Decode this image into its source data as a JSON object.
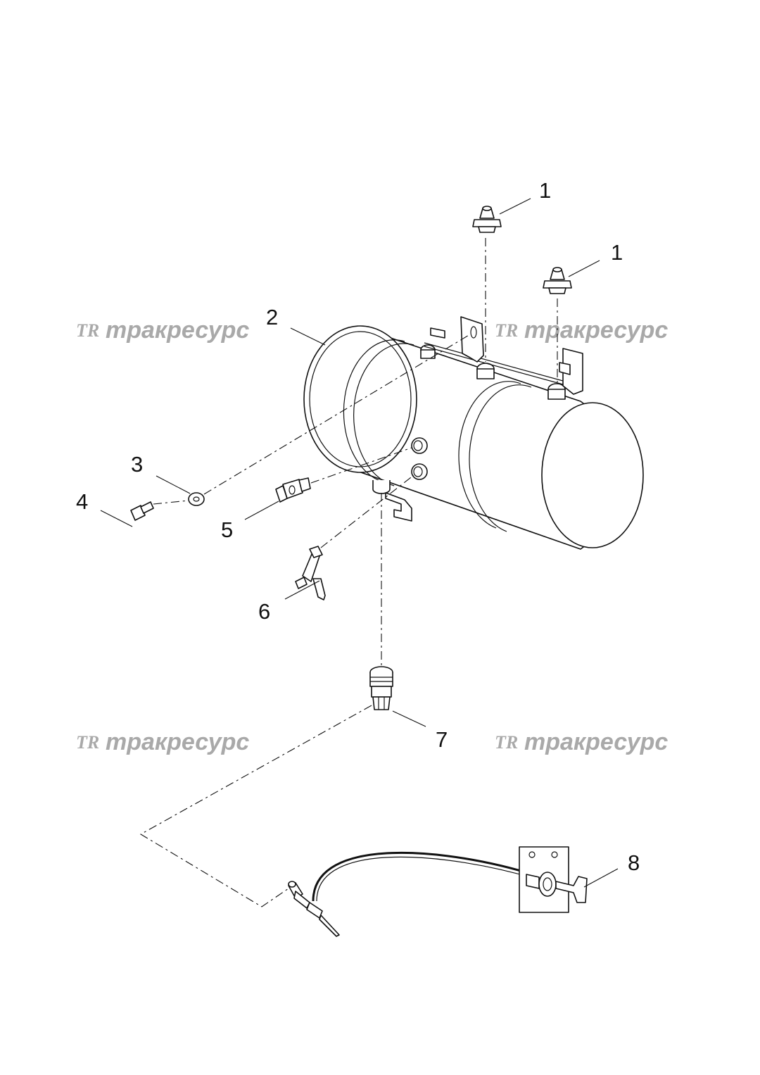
{
  "diagram": {
    "callouts": [
      {
        "id": "callout-1a",
        "text": "1"
      },
      {
        "id": "callout-1b",
        "text": "1"
      },
      {
        "id": "callout-2",
        "text": "2"
      },
      {
        "id": "callout-3",
        "text": "3"
      },
      {
        "id": "callout-4",
        "text": "4"
      },
      {
        "id": "callout-5",
        "text": "5"
      },
      {
        "id": "callout-6",
        "text": "6"
      },
      {
        "id": "callout-7",
        "text": "7"
      },
      {
        "id": "callout-8",
        "text": "8"
      }
    ]
  },
  "watermark": {
    "logo": "TR",
    "text": "тракресурс"
  },
  "colors": {
    "line": "#111111",
    "watermark": "#a9a9a9",
    "background": "#ffffff"
  }
}
